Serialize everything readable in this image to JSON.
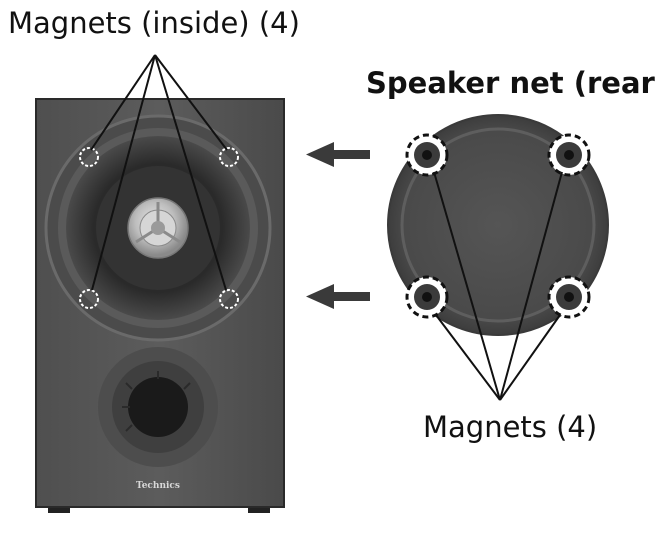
{
  "labels": {
    "magnets_inside": "Magnets (inside) (4)",
    "speaker_net_rear": "Speaker net (rear)",
    "magnets": "Magnets (4)"
  },
  "brand": "Technics",
  "colors": {
    "cabinet": "#555555",
    "cabinet_edge": "#2a2a2a",
    "net_grille": "#4a4a4a",
    "arrow": "#3a3a3a",
    "line": "#111111",
    "background": "#ffffff"
  },
  "icons": [
    "speaker-cabinet",
    "speaker-net",
    "magnet-marker",
    "arrow-left-icon"
  ]
}
